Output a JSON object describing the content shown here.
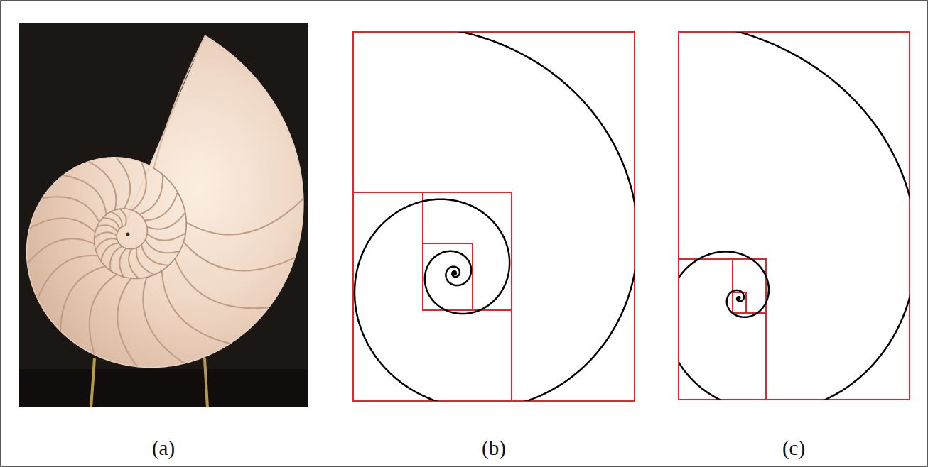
{
  "diagram": {
    "labels": [
      "(a)",
      "(b)",
      "(c)"
    ]
  }
}
